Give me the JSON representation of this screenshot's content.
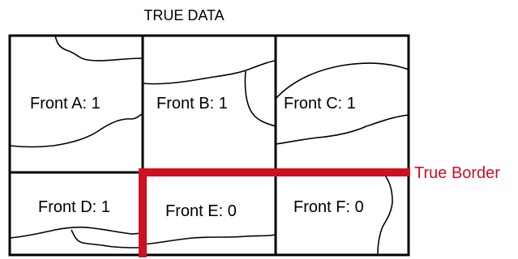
{
  "title": "TRUE DATA",
  "colors": {
    "grid": "#000000",
    "border": "#cc1122"
  },
  "cells": [
    {
      "id": "a",
      "label": "Front A: 1"
    },
    {
      "id": "b",
      "label": "Front B: 1"
    },
    {
      "id": "c",
      "label": "Front C: 1"
    },
    {
      "id": "d",
      "label": "Front D: 1"
    },
    {
      "id": "e",
      "label": "Front E: 0"
    },
    {
      "id": "f",
      "label": "Front F: 0"
    }
  ],
  "true_border": {
    "label": "True Border"
  }
}
